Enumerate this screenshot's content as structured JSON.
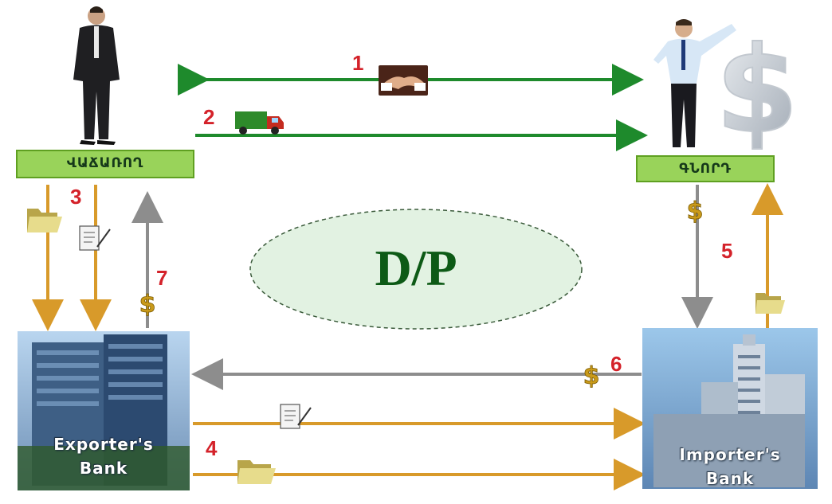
{
  "parties": {
    "exporter_label": "ՎԱՃԱՌՈՂ",
    "importer_label": "ԳՆՈՐԴ"
  },
  "banks": {
    "exporter_line1": "Exporter's",
    "exporter_line2": "Bank",
    "importer_line1": "Importer's",
    "importer_line2": "Bank"
  },
  "center": {
    "label": "D/P"
  },
  "steps": [
    "1",
    "2",
    "3",
    "4",
    "5",
    "6",
    "7"
  ],
  "icons": {
    "contract": "handshake-icon",
    "shipment": "truck-icon",
    "documents": "folder-icon",
    "draft": "document-icon",
    "payment": "dollar-icon"
  },
  "colors": {
    "green_arrow": "#1e8a2c",
    "orange_arrow": "#d89a2a",
    "gray_arrow": "#8d8d8d",
    "label_box": "#99d35a",
    "step_number": "#d4222a"
  }
}
